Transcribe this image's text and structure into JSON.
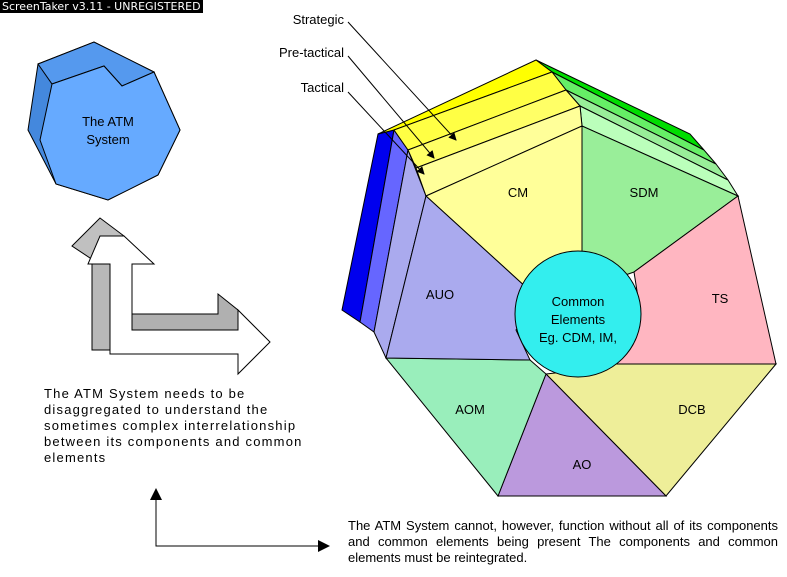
{
  "watermark": "ScreenTaker v3.11 - UNREGISTERED",
  "atm_system": {
    "line1": "The ATM",
    "line2": "System"
  },
  "levels": {
    "strategic": "Strategic",
    "pretactical": "Pre-tactical",
    "tactical": "Tactical"
  },
  "segments": {
    "cm": "CM",
    "sdm": "SDM",
    "ts": "TS",
    "dcb": "DCB",
    "ao": "AO",
    "aom": "AOM",
    "auo": "AUO"
  },
  "common": {
    "line1": "Common",
    "line2": "Elements",
    "line3": "Eg. CDM, IM,"
  },
  "captions": {
    "left": "The ATM System needs to be disaggregated to understand the sometimes complex interrelationship between its components and common elements",
    "bottom": "The ATM System cannot, however, function without all of its components and common elements being present  The components and common elements must be reintegrated."
  },
  "colors": {
    "heptagon": "#66aaff",
    "cm": "#ffff99",
    "sdm": "#99ee99",
    "ts": "#ffb6c1",
    "dcb": "#eeee99",
    "ao": "#bb99dd",
    "aom": "#99eebb",
    "auo": "#aaaaee",
    "common": "#33eeee",
    "top_edge": "#ffff00",
    "right_edge": "#00dd00",
    "left_edge": "#0000ee"
  }
}
